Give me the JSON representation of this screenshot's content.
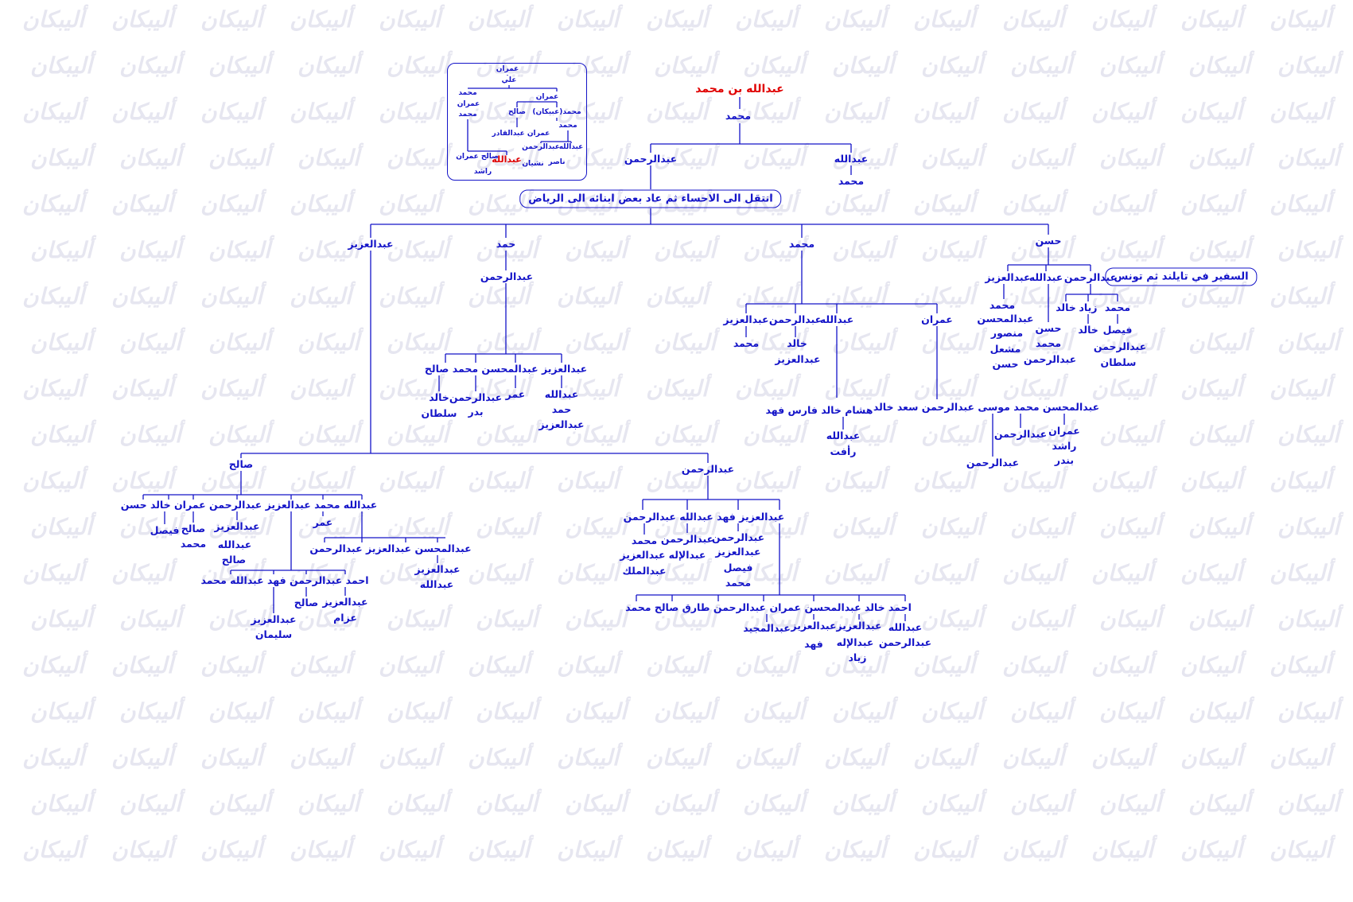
{
  "watermark": "أليبكان",
  "colors": {
    "line": "#1414c8",
    "text": "#1414c8",
    "highlight": "#e00000",
    "watermark": "#e6e6f0"
  },
  "main_nodes": [
    {
      "id": "root",
      "label": "عبدالله بن محمد",
      "style": "red"
    },
    {
      "id": "m1",
      "label": "محمد"
    },
    {
      "id": "a_ar",
      "label": "عبدالرحمن"
    },
    {
      "id": "a_ab",
      "label": "عبدالله"
    },
    {
      "id": "a_ab_m",
      "label": "محمد"
    },
    {
      "id": "g_hasan",
      "label": "حسن"
    },
    {
      "id": "g_mohd",
      "label": "محمد"
    },
    {
      "id": "g_hamad",
      "label": "حمد"
    },
    {
      "id": "g_aziz",
      "label": "عبدالعزيز"
    },
    {
      "id": "h_ar",
      "label": "عبدالرحمن"
    },
    {
      "id": "h_ab",
      "label": "عبدالله"
    },
    {
      "id": "h_az",
      "label": "عبدالعزيز"
    },
    {
      "id": "h_ar_k1",
      "label": "محمد"
    },
    {
      "id": "h_ar_k2",
      "label": "زياد"
    },
    {
      "id": "h_ar_k3",
      "label": "خالد"
    },
    {
      "id": "h_ar_k1a",
      "label": "فيصل"
    },
    {
      "id": "h_ar_k1b",
      "label": "عبدالرحمن"
    },
    {
      "id": "h_ar_k1c",
      "label": "سلطان"
    },
    {
      "id": "h_ar_k2a",
      "label": "خالد"
    },
    {
      "id": "h_ab_k1",
      "label": "حسن"
    },
    {
      "id": "h_ab_k2",
      "label": "محمد"
    },
    {
      "id": "h_ab_k3",
      "label": "عبدالرحمن"
    },
    {
      "id": "h_az_k1",
      "label": "محمد"
    },
    {
      "id": "h_az_k2",
      "label": "عبدالمحسن"
    },
    {
      "id": "h_az_k3",
      "label": "منصور"
    },
    {
      "id": "h_az_k4",
      "label": "مشعل"
    },
    {
      "id": "h_az_k5",
      "label": "حسن"
    },
    {
      "id": "m_im",
      "label": "عمران"
    },
    {
      "id": "m_ab",
      "label": "عبدالله"
    },
    {
      "id": "m_ar",
      "label": "عبدالرحمن"
    },
    {
      "id": "m_az",
      "label": "عبدالعزيز"
    },
    {
      "id": "m_ar_k1",
      "label": "خالد"
    },
    {
      "id": "m_ar_k2",
      "label": "عبدالعزيز"
    },
    {
      "id": "m_az_k1",
      "label": "محمد"
    },
    {
      "id": "m_ab_row",
      "label": "هشام خالد فارس فهد"
    },
    {
      "id": "m_ab_row2",
      "label": "عبدالله"
    },
    {
      "id": "m_ab_row3",
      "label": "رأفت"
    },
    {
      "id": "m_im_row",
      "label": "عبدالمحسن محمد موسى عبدالرحمن سعد خالد"
    },
    {
      "id": "m_im_k1",
      "label": "عمران"
    },
    {
      "id": "m_im_k1b",
      "label": "راشد"
    },
    {
      "id": "m_im_k1c",
      "label": "بندر"
    },
    {
      "id": "m_im_k2",
      "label": "عبدالرحمن"
    },
    {
      "id": "m_im_k3",
      "label": "عبدالرحمن"
    },
    {
      "id": "hm_ar",
      "label": "عبدالرحمن"
    },
    {
      "id": "hm_row",
      "label": "عبدالعزيز عبدالمحسن محمد صالح"
    },
    {
      "id": "hm_k1a",
      "label": "عبدالله"
    },
    {
      "id": "hm_k1b",
      "label": "حمد"
    },
    {
      "id": "hm_k1c",
      "label": "عبدالعزيز"
    },
    {
      "id": "hm_k2",
      "label": "عمر"
    },
    {
      "id": "hm_k3a",
      "label": "عبدالرحمن"
    },
    {
      "id": "hm_k3b",
      "label": "بدر"
    },
    {
      "id": "hm_k4a",
      "label": "خالد"
    },
    {
      "id": "hm_k4b",
      "label": "سلطان"
    },
    {
      "id": "az_sal",
      "label": "صالح"
    },
    {
      "id": "az_ar",
      "label": "عبدالرحمن"
    },
    {
      "id": "s_row",
      "label": "عبدالله محمد عبدالعزيز عبدالرحمن عمران خالد حسن"
    },
    {
      "id": "s_k1",
      "label": "عمر"
    },
    {
      "id": "s_k2a",
      "label": "عبدالعزيز"
    },
    {
      "id": "s_k2b",
      "label": "عبدالله"
    },
    {
      "id": "s_k2c",
      "label": "صالح"
    },
    {
      "id": "s_k3a",
      "label": "صالح"
    },
    {
      "id": "s_k3b",
      "label": "محمد"
    },
    {
      "id": "s_k4",
      "label": "فيصل"
    },
    {
      "id": "s_ab_row",
      "label": "عبدالمحسن عبدالعزيز عبدالرحمن"
    },
    {
      "id": "s_ab_k1",
      "label": "عبدالعزيز"
    },
    {
      "id": "s_ab_k2",
      "label": "عبدالله"
    },
    {
      "id": "s_az_row",
      "label": "احمد عبدالرحمن فهد عبدالله محمد"
    },
    {
      "id": "s_az_k1a",
      "label": "عبدالعزيز"
    },
    {
      "id": "s_az_k1b",
      "label": "عزام"
    },
    {
      "id": "s_az_k2",
      "label": "صالح"
    },
    {
      "id": "s_az_k3a",
      "label": "عبدالعزيز"
    },
    {
      "id": "s_az_k3b",
      "label": "سليمان"
    },
    {
      "id": "r_row",
      "label": "عبدالعزيز فهد عبدالله عبدالرحمن"
    },
    {
      "id": "r_k1",
      "label": "محمد"
    },
    {
      "id": "r_k1b",
      "label": "عبدالعزيز"
    },
    {
      "id": "r_k1c",
      "label": "عبدالملك"
    },
    {
      "id": "r_k2",
      "label": "عبدالرحمن"
    },
    {
      "id": "r_k2b",
      "label": "عبدالإله"
    },
    {
      "id": "r_k3",
      "label": "عبدالرحمن"
    },
    {
      "id": "r_k3b",
      "label": "عبدالعزيز"
    },
    {
      "id": "r_k3c",
      "label": "فيصل"
    },
    {
      "id": "r_k3d",
      "label": "محمد"
    },
    {
      "id": "r_az_row",
      "label": "احمد خالد عبدالمحسن عمران عبدالرحمن طارق صالح محمد"
    },
    {
      "id": "r_az_k1a",
      "label": "عبدالله"
    },
    {
      "id": "r_az_k1b",
      "label": "عبدالرحمن"
    },
    {
      "id": "r_az_k2a",
      "label": "عبدالعزيز"
    },
    {
      "id": "r_az_k2b",
      "label": "عبدالإله"
    },
    {
      "id": "r_az_k2c",
      "label": "زياد"
    },
    {
      "id": "r_az_k3a",
      "label": "عبدالعزيز"
    },
    {
      "id": "r_az_k3b",
      "label": "فهد"
    },
    {
      "id": "r_az_k4",
      "label": "عبدالمجيد"
    }
  ],
  "notes": [
    {
      "id": "migration",
      "label": "انتقل الى الاحساء ثم عاد بعض ابنائه الى الرياض"
    },
    {
      "id": "ambassador",
      "label": "السفير في تايلند ثم تونس"
    }
  ],
  "inset": {
    "labels": [
      {
        "id": "i1",
        "label": "عمران"
      },
      {
        "id": "i2",
        "label": "علي"
      },
      {
        "id": "i3",
        "label": "محمد"
      },
      {
        "id": "i4",
        "label": "عمران"
      },
      {
        "id": "i5",
        "label": "محمد"
      },
      {
        "id": "i6",
        "label": "عمران"
      },
      {
        "id": "i7",
        "label": "صالح"
      },
      {
        "id": "i8",
        "label": "محمد(عبيكان)"
      },
      {
        "id": "i9",
        "label": "عمران عبدالقادر"
      },
      {
        "id": "i10",
        "label": "محمد"
      },
      {
        "id": "i11",
        "label": "عبدالله"
      },
      {
        "id": "i12",
        "label": "عبدالرحمن"
      },
      {
        "id": "i13",
        "label": "صالح عمران"
      },
      {
        "id": "i14",
        "label": "عبدالله",
        "style": "red"
      },
      {
        "id": "i15",
        "label": "ناصر"
      },
      {
        "id": "i16",
        "label": "نشيان"
      },
      {
        "id": "i17",
        "label": "راشد"
      }
    ]
  }
}
